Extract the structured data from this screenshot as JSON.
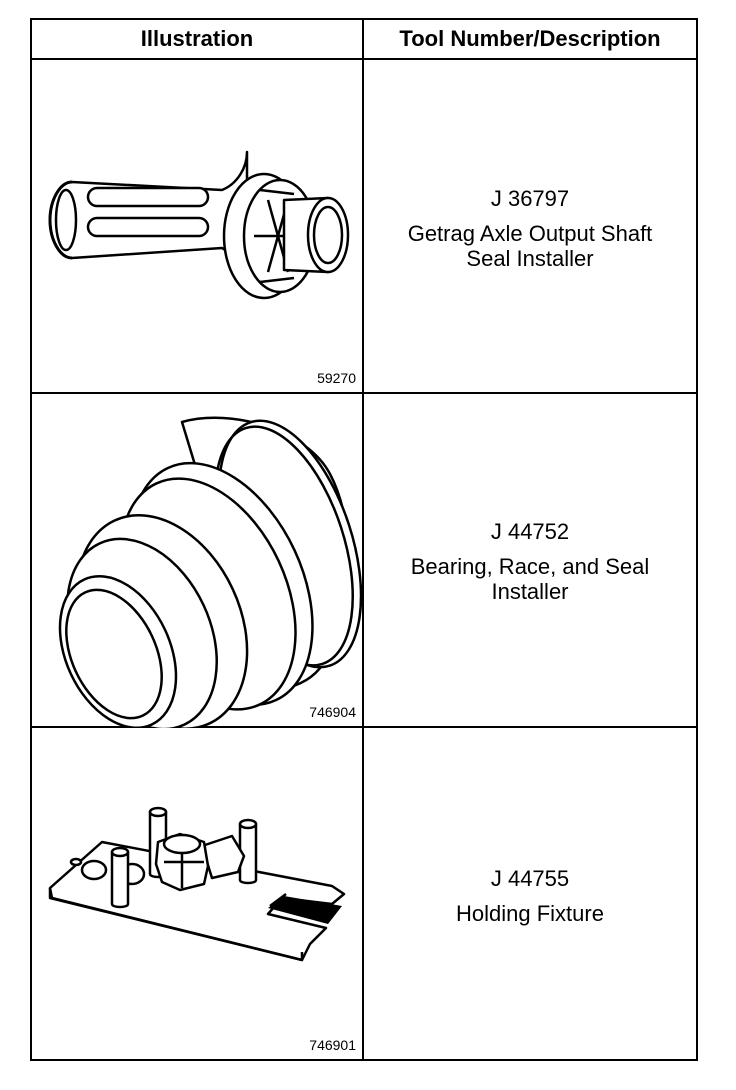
{
  "table": {
    "headers": {
      "illustration": "Illustration",
      "description": "Tool Number/Description"
    },
    "rows": [
      {
        "figure_number": "59270",
        "tool_number": "J 36797",
        "description_lines": [
          "Getrag Axle Output Shaft",
          "Seal Installer"
        ],
        "icon": "seal-installer-illustration"
      },
      {
        "figure_number": "746904",
        "tool_number": "J 44752",
        "description_lines": [
          "Bearing, Race, and Seal",
          "Installer"
        ],
        "icon": "bearing-race-installer-illustration"
      },
      {
        "figure_number": "746901",
        "tool_number": "J 44755",
        "description_lines": [
          "Holding Fixture"
        ],
        "icon": "holding-fixture-illustration"
      }
    ]
  }
}
